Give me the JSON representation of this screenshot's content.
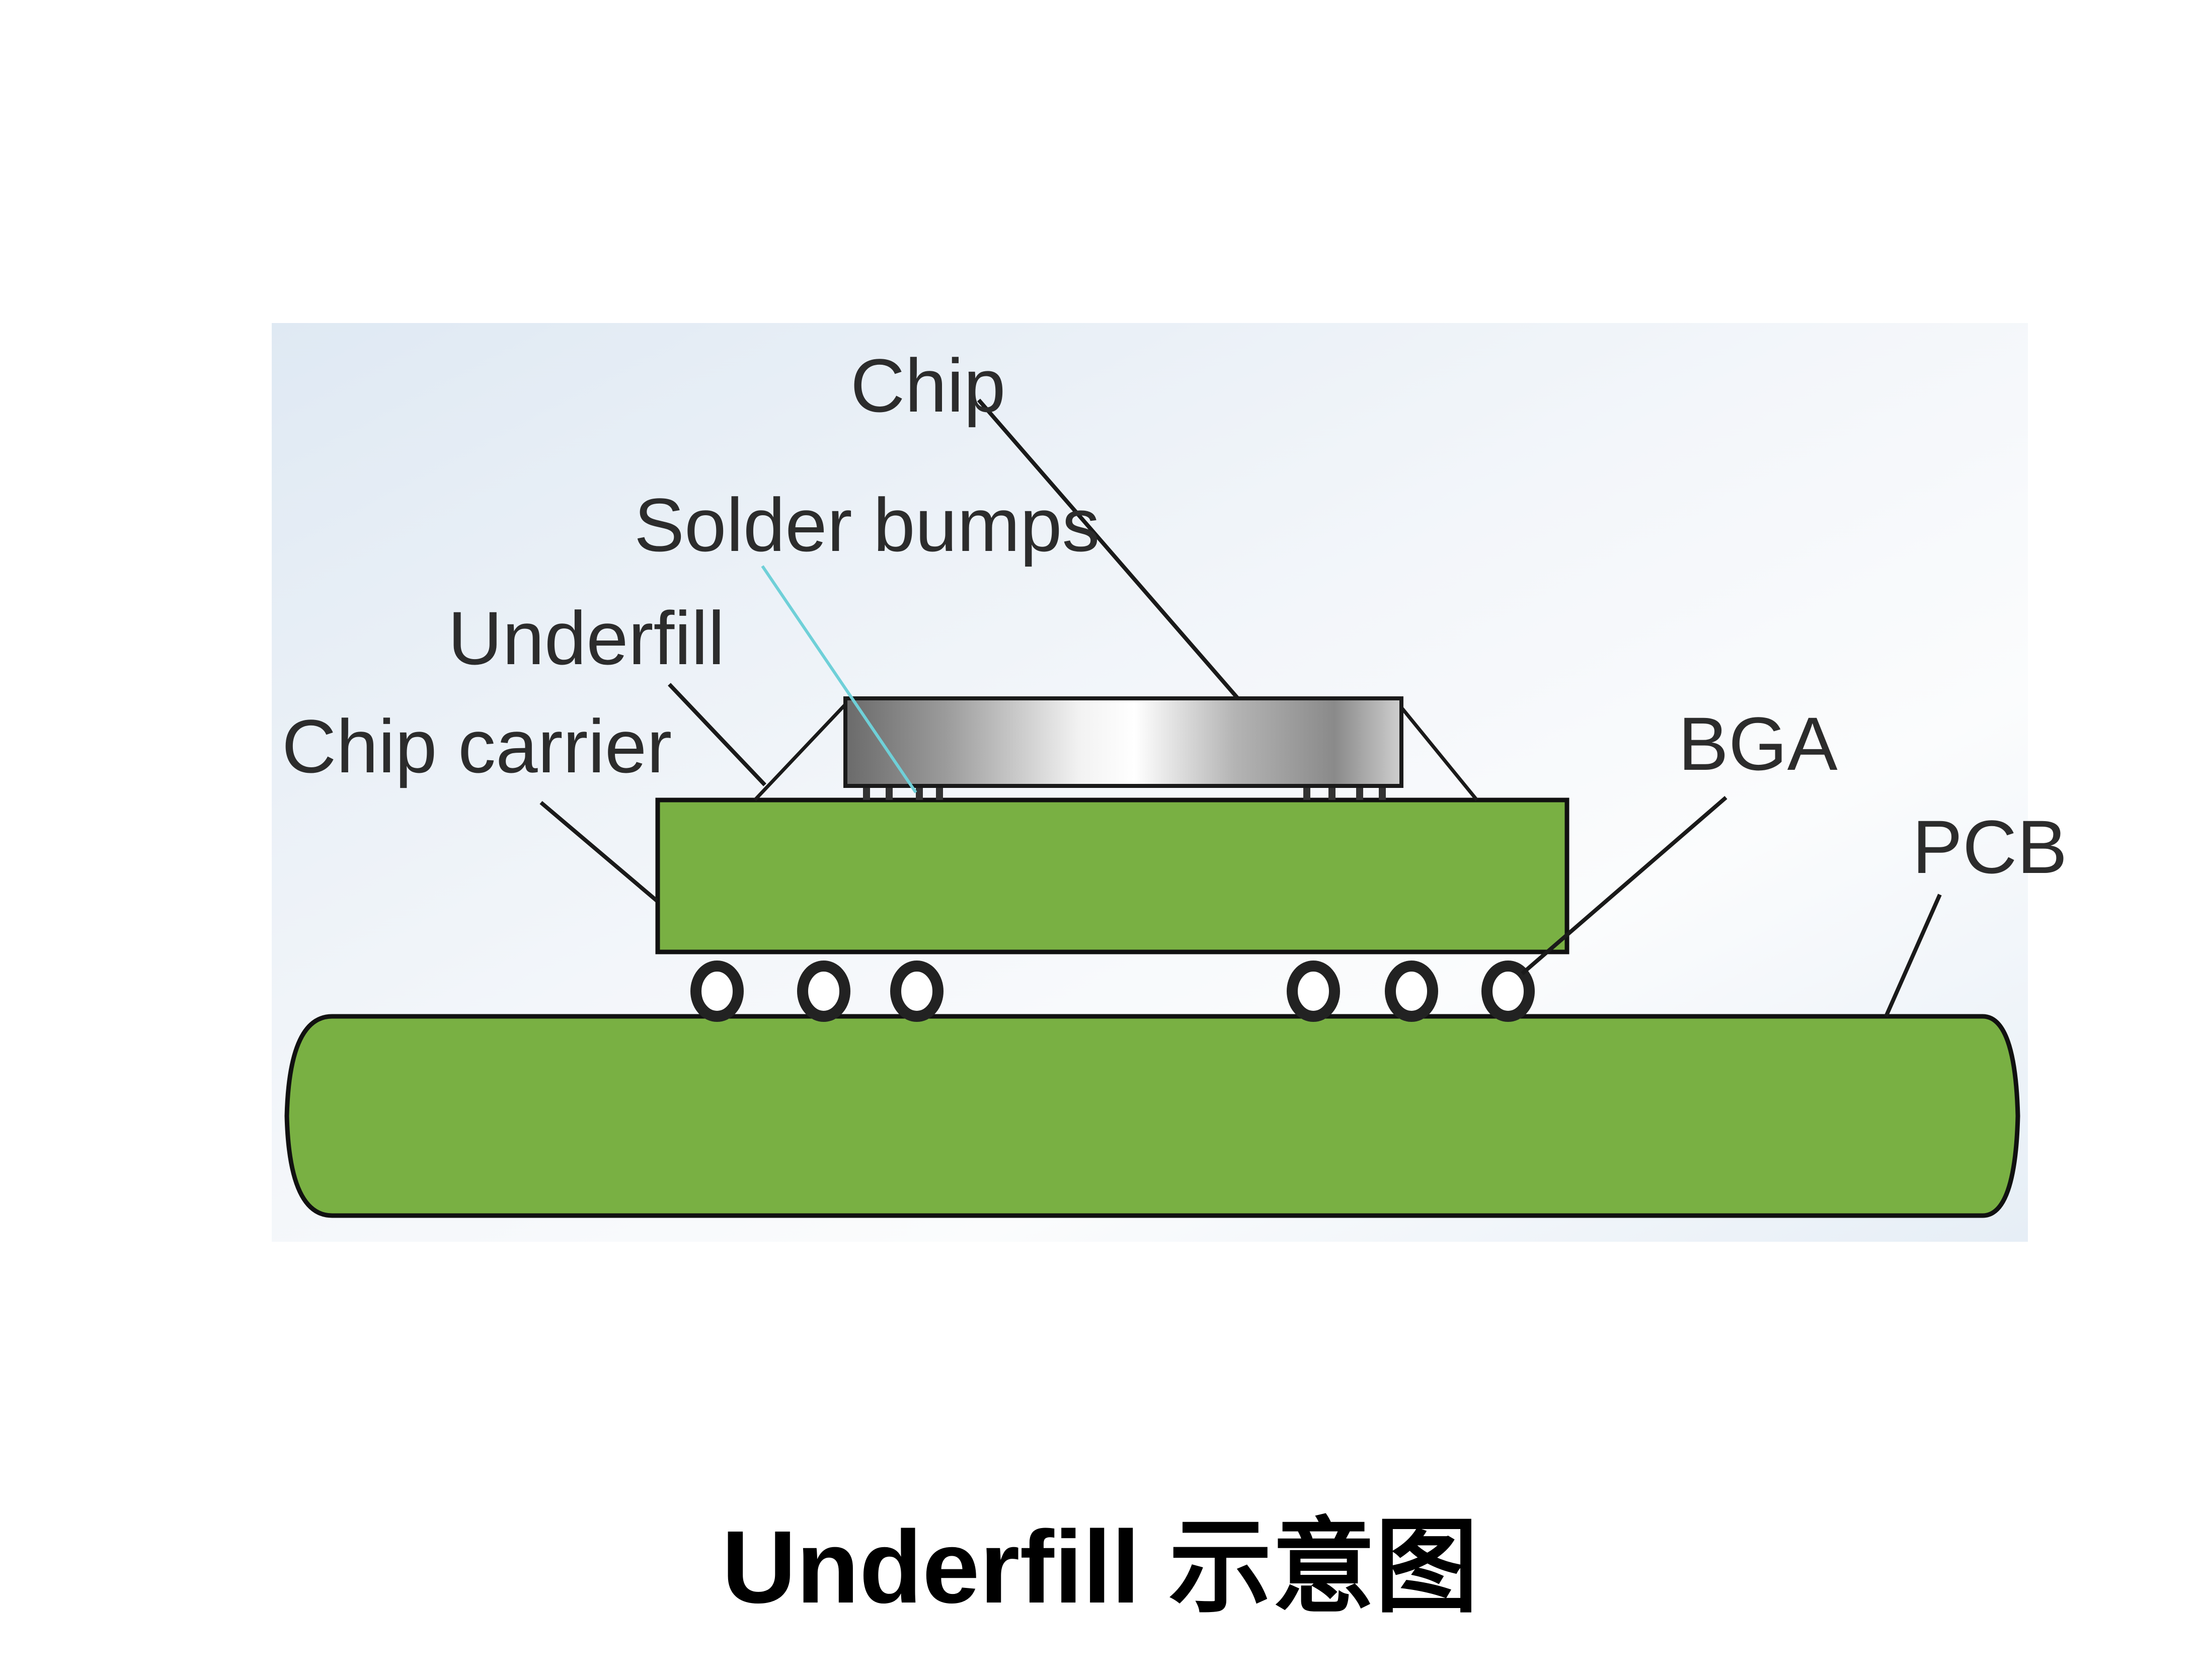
{
  "diagram": {
    "labels": {
      "chip": "Chip",
      "solder_bumps": "Solder bumps",
      "underfill": "Underfill",
      "chip_carrier": "Chip carrier",
      "bga": "BGA",
      "pcb": "PCB"
    },
    "caption": "Underfill 示意图",
    "colors": {
      "pcb": "#79b043",
      "carrier": "#79b043",
      "outline": "#111111",
      "chip_light": "#f4f4f4",
      "chip_dark": "#6e6e6e",
      "background": "#e9f0f7",
      "solder_leader": "#6fd0d8",
      "ball_ring": "#555555"
    },
    "bga_ball_count": 6
  }
}
